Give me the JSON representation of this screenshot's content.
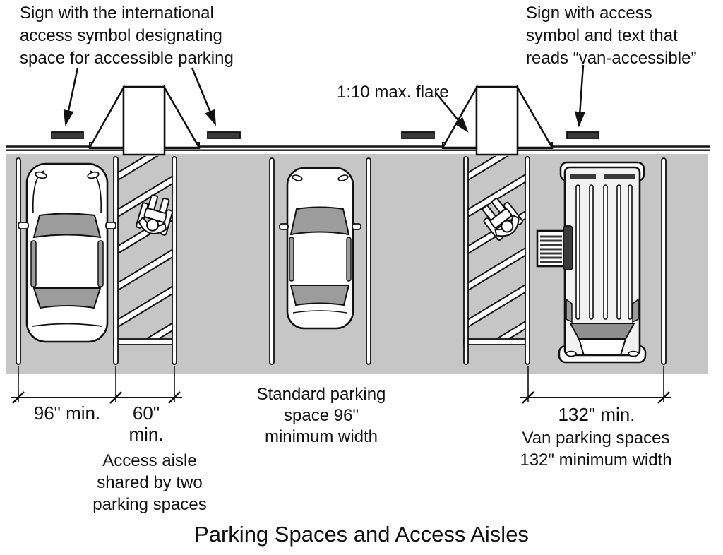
{
  "figure": {
    "title": "Parking Spaces and Access Aisles"
  },
  "callouts": {
    "accessible_sign": "Sign with the international\naccess symbol designating\nspace for accessible parking",
    "van_sign": "Sign with access\nsymbol and text that\nreads “van-accessible”",
    "flare": "1:10 max. flare"
  },
  "dimensions": {
    "accessible_space_width": "96\" min.",
    "access_aisle_width": "60\"\nmin.",
    "van_space_width": "132\" min."
  },
  "labels": {
    "access_aisle": "Access aisle\nshared by two\nparking spaces",
    "standard_space": "Standard parking\nspace 96\"\nminimum width",
    "van_space": "Van parking spaces\n132\" minimum width"
  },
  "icons": {
    "wheelchair": "wheelchair-user-icon",
    "sign_plate": "parking-sign-plate",
    "curb_ramp": "curb-ramp"
  },
  "colors": {
    "lot_surface": "#c6c6c6",
    "sign_plate": "#3a3a3a",
    "vehicle_window": "#9c9c9c",
    "outline": "#111111"
  }
}
